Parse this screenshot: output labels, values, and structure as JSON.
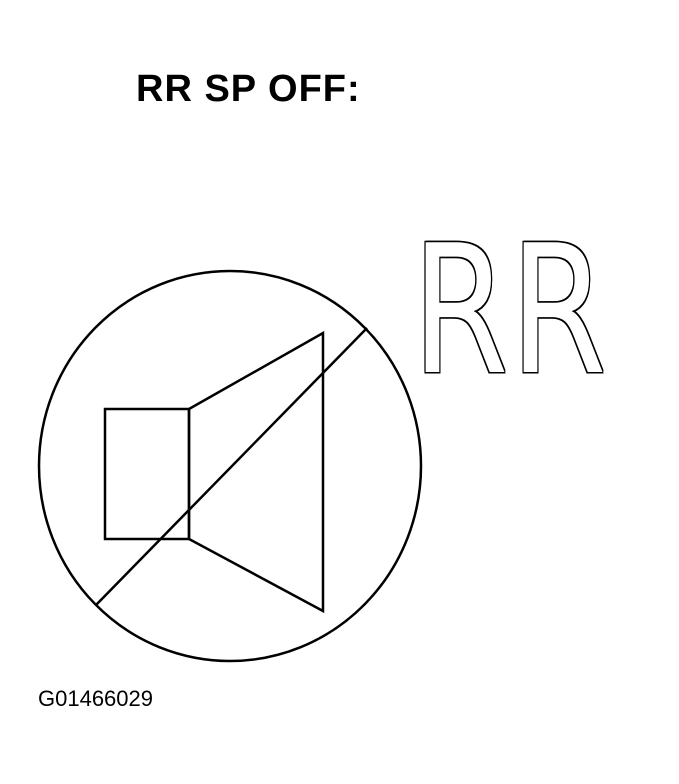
{
  "title": "RR SP OFF:",
  "indicator_label": "RR",
  "icon": "speaker-muted-icon",
  "figure_id": "G01466029",
  "colors": {
    "ink": "#000000",
    "background": "#ffffff"
  }
}
